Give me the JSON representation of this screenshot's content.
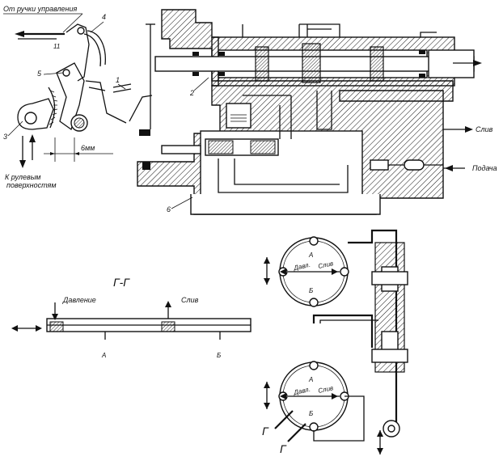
{
  "labels": {
    "from_control_handle": "От ручки управления",
    "to_control_surfaces_line1": "К рулевым",
    "to_control_surfaces_line2": "поверхностям",
    "stroke_6mm": "6мм",
    "drain_top": "Слив",
    "supply": "Подача",
    "section_title": "Г-Г",
    "pressure": "Давление",
    "drain_section": "Слив",
    "port_a": "А",
    "port_b": "Б",
    "pressure_short": "Давл.",
    "drain_short": "Слив",
    "section_mark": "Г"
  },
  "callouts": {
    "n1": "1",
    "n2": "2",
    "n3": "3",
    "n4": "4",
    "n5": "5",
    "n6": "6",
    "n11": "11"
  }
}
